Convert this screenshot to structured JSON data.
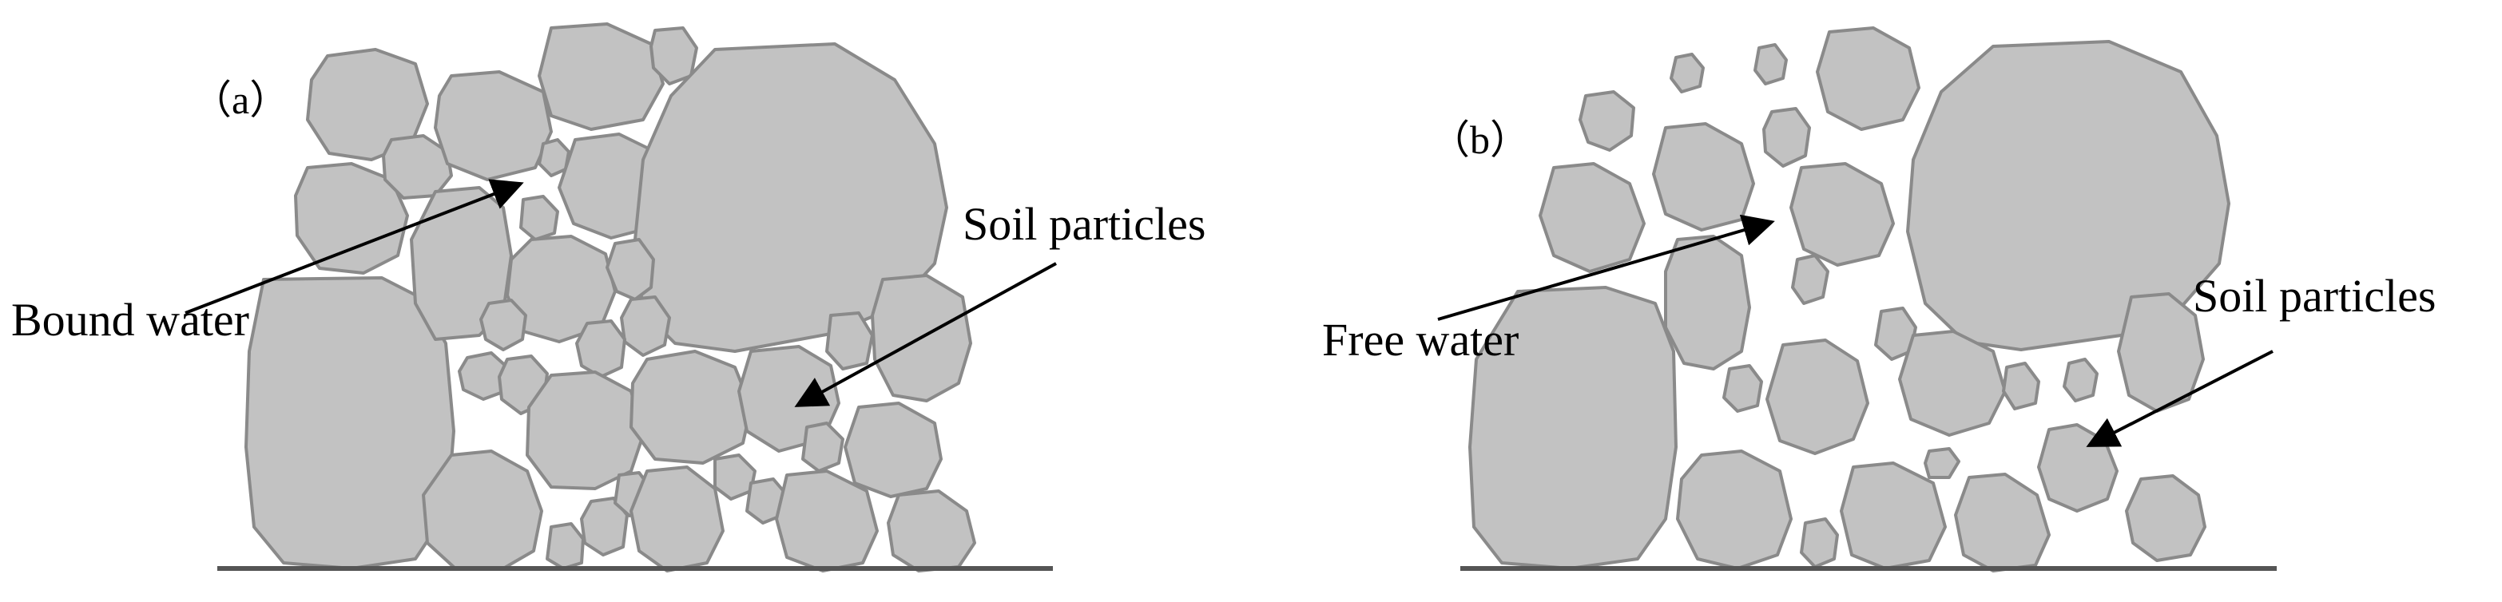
{
  "panels": [
    {
      "label": "（a）",
      "annotations": [
        {
          "text": "Bound water"
        },
        {
          "text": "Soil particles"
        }
      ]
    },
    {
      "label": "（b）",
      "annotations": [
        {
          "text": "Free water"
        },
        {
          "text": "Soil particles"
        }
      ]
    }
  ],
  "colors": {
    "particle_fill": "#c2c2c2",
    "particle_stroke": "#8a8a8a",
    "ground": "#555555",
    "arrow": "#000000",
    "text": "#000000"
  }
}
